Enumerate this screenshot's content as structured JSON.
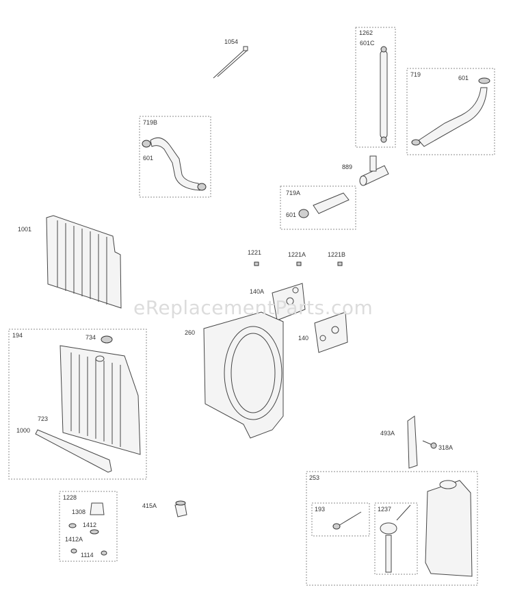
{
  "watermark": "eReplacementParts.com",
  "groups": {
    "g1262": "1262",
    "g719": "719",
    "g719B": "719B",
    "g719A": "719A",
    "g194": "194",
    "g1228": "1228",
    "g253": "253",
    "g193": "193",
    "g1237": "1237"
  },
  "parts": {
    "p1054": "1054",
    "p601C": "601C",
    "p601_719": "601",
    "p601_719B": "601",
    "p889": "889",
    "p601_719A": "601",
    "p1001": "1001",
    "p1221": "1221",
    "p1221A": "1221A",
    "p1221B": "1221B",
    "p140A": "140A",
    "p260": "260",
    "p140": "140",
    "p734": "734",
    "p723": "723",
    "p1000": "1000",
    "p493A": "493A",
    "p318A": "318A",
    "p1308": "1308",
    "p1412": "1412",
    "p1412A": "1412A",
    "p1114": "1114",
    "p415A": "415A"
  }
}
